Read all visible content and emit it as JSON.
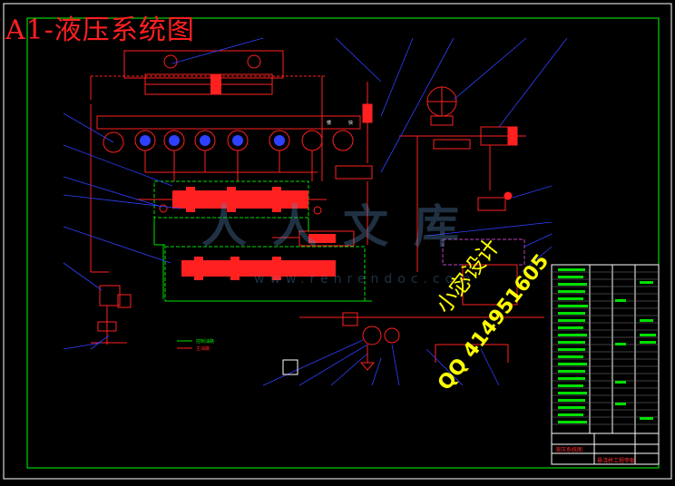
{
  "drawing": {
    "title": "A1-液压系统图",
    "watermark_cn": "人人文库",
    "watermark_url": "www.renrendoc.com",
    "stamp_line1": "小宓设计",
    "stamp_line2": "QQ 414951605",
    "slow_label": "慢",
    "fast_label": "快"
  },
  "legend": {
    "control_oil": "控制油路",
    "main_oil": "主油路"
  },
  "title_block": {
    "drawing_name": "液压系统图",
    "project_name": "悬浇桥工程甲板"
  },
  "colors": {
    "background": "#000000",
    "border": "#00ff00",
    "main_circuit": "#ff2020",
    "control_circuit": "#00e000",
    "leader": "#3040ff",
    "accent": "#ffff00",
    "magenta": "#c040c0"
  }
}
